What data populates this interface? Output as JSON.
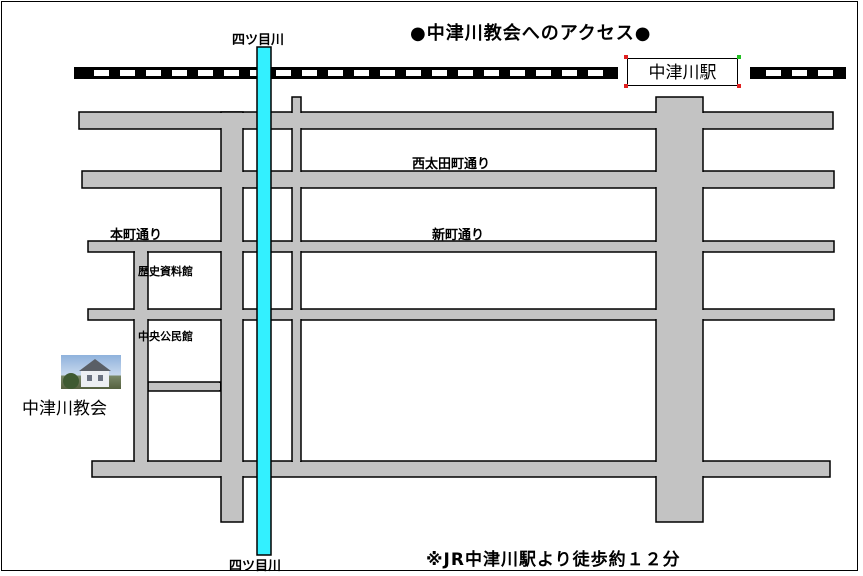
{
  "map": {
    "title": "●中津川教会へのアクセス●",
    "river_label_top": "四ツ目川",
    "river_label_bottom": "四ツ目川",
    "station_label": "中津川駅",
    "streets": {
      "nishiota": "西太田町通り",
      "shinmachi": "新町通り",
      "honmachi": "本町通り"
    },
    "places": {
      "history_museum": "歴史資料館",
      "community_hall": "中央公民館",
      "church": "中津川教会"
    },
    "access_note": "※JR中津川駅より徒歩約１２分",
    "colors": {
      "road": "#c3c3c3",
      "road_outline": "#000000",
      "river": "#33f0ff",
      "railway_black": "#000000",
      "railway_white": "#ffffff"
    }
  }
}
